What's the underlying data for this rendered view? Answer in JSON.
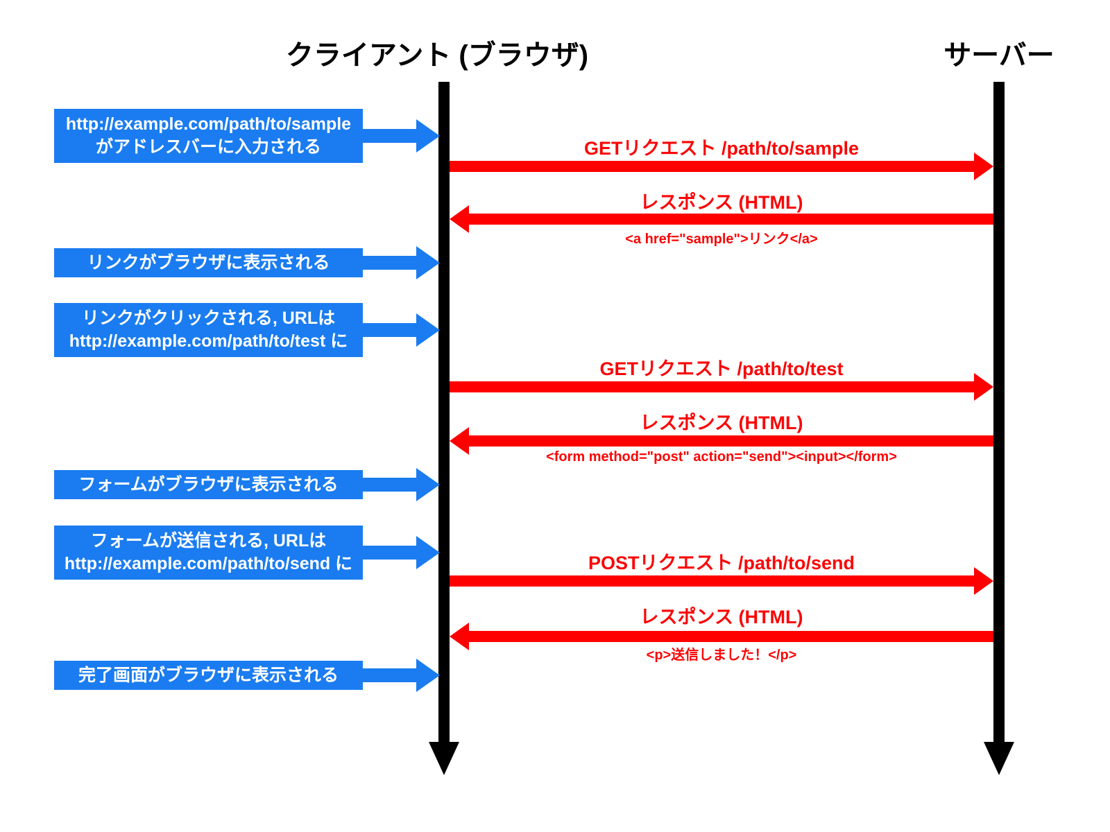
{
  "actors": {
    "client": "クライアント (ブラウザ)",
    "server": "サーバー"
  },
  "colors": {
    "note_blue": "#1a7cf0",
    "arrow_red": "#ff0000",
    "lifeline_black": "#000000",
    "note_text": "#ffffff"
  },
  "notes": [
    {
      "text": "http://example.com/path/to/sample\nがアドレスバーに入力される"
    },
    {
      "text": "リンクがブラウザに表示される"
    },
    {
      "text": "リンクがクリックされる, URLは\nhttp://example.com/path/to/test に"
    },
    {
      "text": "フォームがブラウザに表示される"
    },
    {
      "text": "フォームが送信される, URLは\nhttp://example.com/path/to/send に"
    },
    {
      "text": "完了画面がブラウザに表示される"
    }
  ],
  "messages": [
    {
      "direction": "right",
      "label": "GETリクエスト /path/to/sample",
      "code": ""
    },
    {
      "direction": "left",
      "label": "レスポンス (HTML)",
      "code": "<a href=\"sample\">リンク</a>"
    },
    {
      "direction": "right",
      "label": "GETリクエスト /path/to/test",
      "code": ""
    },
    {
      "direction": "left",
      "label": "レスポンス (HTML)",
      "code": "<form method=\"post\" action=\"send\"><input></form>"
    },
    {
      "direction": "right",
      "label": "POSTリクエスト /path/to/send",
      "code": ""
    },
    {
      "direction": "left",
      "label": "レスポンス (HTML)",
      "code": "<p>送信しました！</p>"
    }
  ]
}
